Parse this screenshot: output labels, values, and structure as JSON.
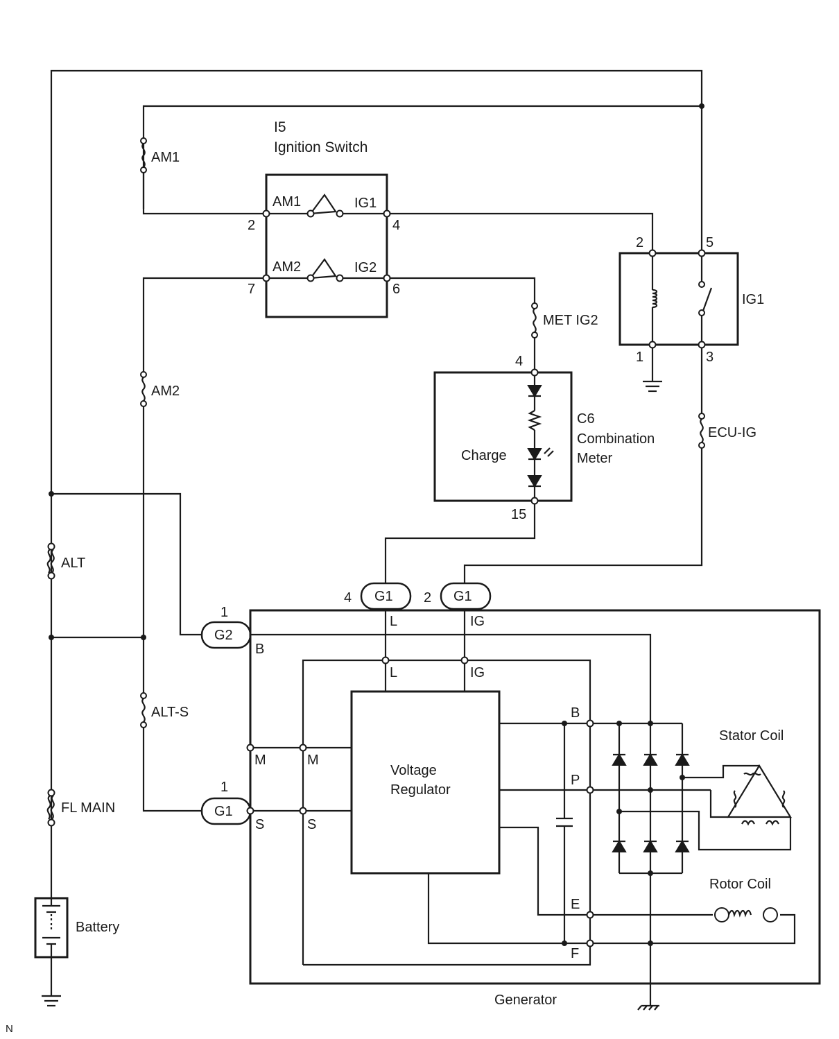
{
  "ignition_switch": {
    "code": "I5",
    "name": "Ignition Switch",
    "terminals": [
      "AM1",
      "IG1",
      "AM2",
      "IG2"
    ],
    "pins": [
      "2",
      "4",
      "7",
      "6"
    ]
  },
  "relay": {
    "name": "IG1",
    "pins": [
      "2",
      "5",
      "1",
      "3"
    ]
  },
  "fuses": [
    "AM1",
    "AM2",
    "MET IG2",
    "ECU-IG",
    "ALT",
    "ALT-S",
    "FL MAIN"
  ],
  "meter": {
    "code": "C6",
    "line1": "Combination",
    "line2": "Meter",
    "lamp": "Charge",
    "pin_top": "4",
    "pin_bottom": "15"
  },
  "connectors": {
    "g1_l": {
      "label": "G1",
      "pin": "4"
    },
    "g1_ig": {
      "label": "G1",
      "pin": "2"
    },
    "g2_b": {
      "label": "G2",
      "pin": "1"
    },
    "g1_s": {
      "label": "G1",
      "pin": "1"
    }
  },
  "generator": {
    "name": "Generator",
    "outer_terminals": [
      "L",
      "IG",
      "B",
      "M",
      "S"
    ],
    "inner_terminals": [
      "L",
      "IG",
      "M",
      "S"
    ],
    "regulator": [
      "Voltage",
      "Regulator"
    ],
    "right_terminals": [
      "B",
      "P",
      "E",
      "F"
    ],
    "stator": "Stator Coil",
    "rotor": "Rotor Coil"
  },
  "battery": "Battery",
  "corner_mark": "N"
}
